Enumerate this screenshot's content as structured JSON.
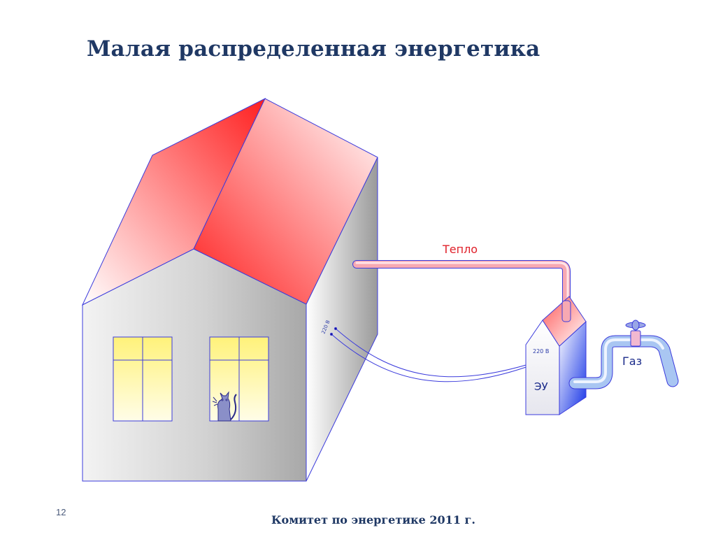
{
  "slide": {
    "title": "Малая распределенная энергетика",
    "number": "12",
    "footer": "Комитет по энергетике 2011 г."
  },
  "diagram": {
    "heat_label": "Тепло",
    "gas_label": "Газ",
    "unit_label": "ЭУ",
    "voltage_house": "220 В",
    "voltage_unit": "220 В"
  },
  "colors": {
    "title": "#1f3864",
    "outline": "#3b3bdc",
    "roof": "#ff2a2a",
    "heat_pipe": "#e94a5a",
    "gas_pipe": "#7aa8e8",
    "unit_blue": "#1a3ae0",
    "window_light": "#fff59a"
  }
}
